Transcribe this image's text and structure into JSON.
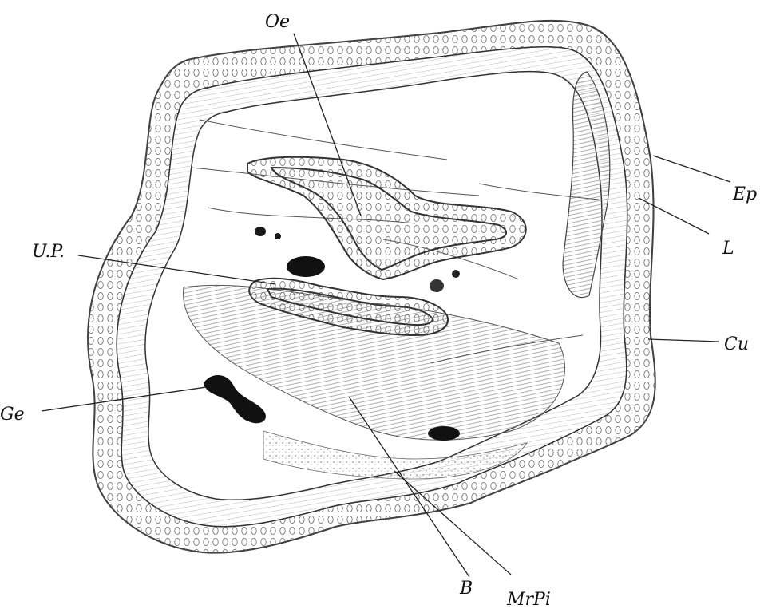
{
  "figure": {
    "labels": {
      "oe": "Oe",
      "ep": "Ep",
      "l": "L",
      "up": "U.P.",
      "cu": "Cu",
      "ge": "Ge",
      "b": "B",
      "mrpi": "MrPi"
    }
  }
}
